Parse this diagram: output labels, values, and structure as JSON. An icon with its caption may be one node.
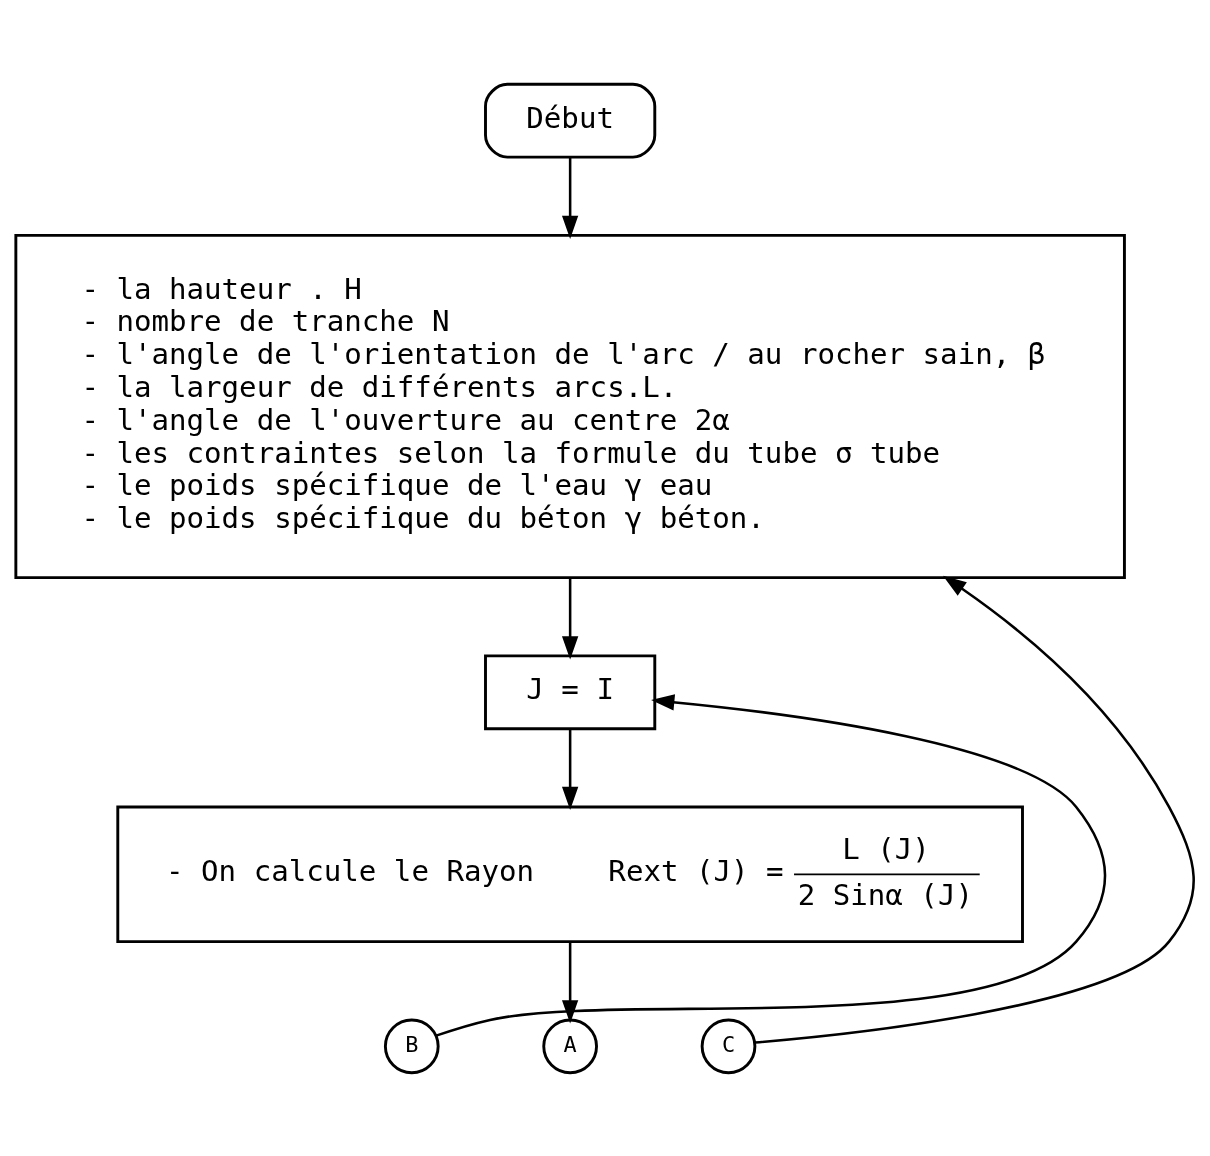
{
  "diagram": {
    "nodes": [
      {
        "text": [
          "Début"
        ]
      },
      {
        "text": [
          "- la hauteur . H",
          "- nombre de tranche N",
          "- l'angle de l'orientation de l'arc / au rocher sain, β",
          "- la largeur de différents arcs.L.",
          "- l'angle de l'ouverture au centre 2α",
          "- les contraintes selon la formule du tube σ tube",
          "- le poids spécifique de l'eau γ eau",
          "- le poids spécifique du béton γ béton."
        ]
      },
      {
        "text": [
          "J = I"
        ]
      },
      {
        "text": [
          "- On calcule le Rayon",
          "Rext (J) =",
          "L (J)",
          "2 Sinα (J)"
        ]
      },
      {
        "text": [
          "A"
        ]
      },
      {
        "text": [
          "B"
        ]
      },
      {
        "text": [
          "C"
        ]
      }
    ],
    "edges": [
      {
        "from": 0,
        "to": 1,
        "arrow": "to"
      },
      {
        "from": 1,
        "to": 2,
        "arrow": "to"
      },
      {
        "from": 2,
        "to": 3,
        "arrow": "to"
      },
      {
        "from": 3,
        "to": 4,
        "arrow": "to"
      },
      {
        "from": 5,
        "to": 2,
        "arrow": "to"
      },
      {
        "from": 6,
        "to": 1,
        "arrow": "to"
      }
    ]
  }
}
